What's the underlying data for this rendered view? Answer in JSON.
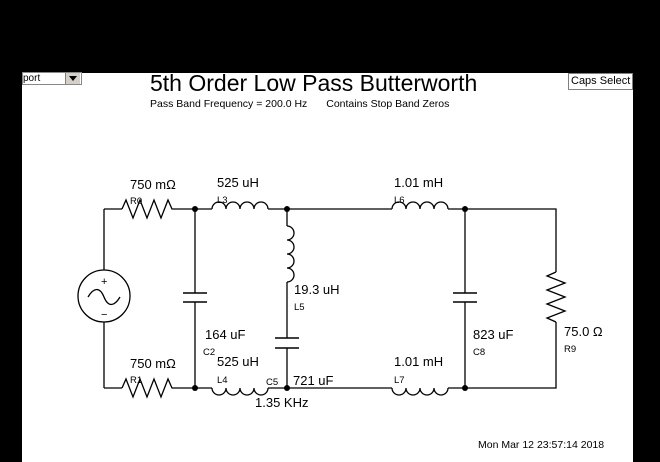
{
  "toolbar": {
    "port_dropdown_value": "port",
    "caps_select_label": "Caps Select"
  },
  "header": {
    "title": "5th Order Low Pass Butterworth",
    "passband": "Pass Band Frequency = 200.0 Hz",
    "stopband_note": "Contains Stop Band Zeros"
  },
  "components": {
    "r0": {
      "ref": "R0",
      "value": "750 mΩ"
    },
    "r1": {
      "ref": "R1",
      "value": "750 mΩ"
    },
    "l3": {
      "ref": "L3",
      "value": "525 uH"
    },
    "l4": {
      "ref": "L4",
      "value": "525 uH"
    },
    "l5": {
      "ref": "L5",
      "value": "19.3 uH"
    },
    "l6": {
      "ref": "L6",
      "value": "1.01 mH"
    },
    "l7": {
      "ref": "L7",
      "value": "1.01 mH"
    },
    "c2": {
      "ref": "C2",
      "value": "164 uF"
    },
    "c5": {
      "ref": "C5",
      "value": "721 uF",
      "resonance": "1.35 KHz"
    },
    "c8": {
      "ref": "C8",
      "value": "823 uF"
    },
    "r9": {
      "ref": "R9",
      "value": "75.0 Ω"
    }
  },
  "footer": {
    "timestamp": "Mon Mar 12 23:57:14 2018"
  }
}
